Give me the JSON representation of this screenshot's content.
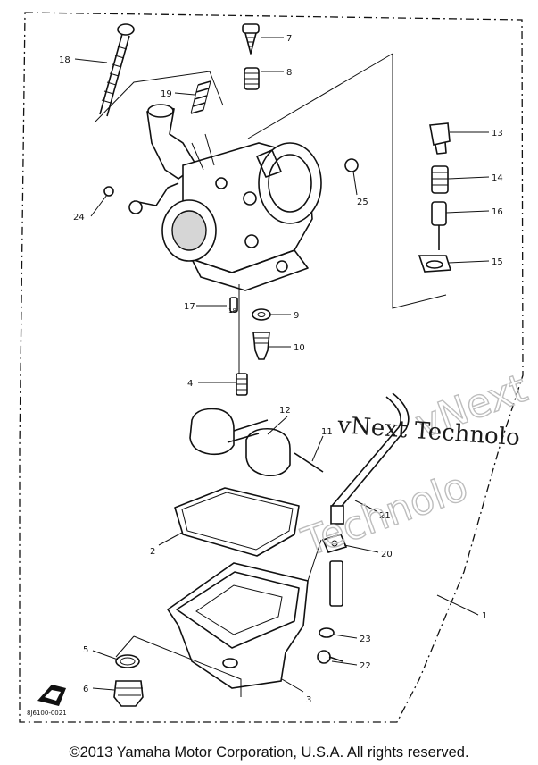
{
  "callouts": [
    {
      "id": "c1",
      "text": "1"
    },
    {
      "id": "c2",
      "text": "2"
    },
    {
      "id": "c3",
      "text": "3"
    },
    {
      "id": "c4",
      "text": "4"
    },
    {
      "id": "c5",
      "text": "5"
    },
    {
      "id": "c6",
      "text": "6"
    },
    {
      "id": "c7",
      "text": "7"
    },
    {
      "id": "c8",
      "text": "8"
    },
    {
      "id": "c9",
      "text": "9"
    },
    {
      "id": "c10",
      "text": "10"
    },
    {
      "id": "c11",
      "text": "11"
    },
    {
      "id": "c12",
      "text": "12"
    },
    {
      "id": "c13",
      "text": "13"
    },
    {
      "id": "c14",
      "text": "14"
    },
    {
      "id": "c15",
      "text": "15"
    },
    {
      "id": "c16",
      "text": "16"
    },
    {
      "id": "c17",
      "text": "17"
    },
    {
      "id": "c17b",
      "text": "18"
    },
    {
      "id": "c18",
      "text": "18"
    },
    {
      "id": "c19",
      "text": "19"
    },
    {
      "id": "c20",
      "text": "20"
    },
    {
      "id": "c21",
      "text": "21"
    },
    {
      "id": "c22",
      "text": "22"
    },
    {
      "id": "c23",
      "text": "23"
    },
    {
      "id": "c24",
      "text": "24"
    },
    {
      "id": "c25",
      "text": "25"
    }
  ],
  "diagram_code": "8J6100-0021",
  "watermark": {
    "text_serif": "vNext Technolo",
    "text_outline_1": "vNext",
    "text_outline_2": "Technolo"
  },
  "footer": {
    "copyright": "©2013 Yamaha Motor Corporation, U.S.A. All rights reserved."
  }
}
